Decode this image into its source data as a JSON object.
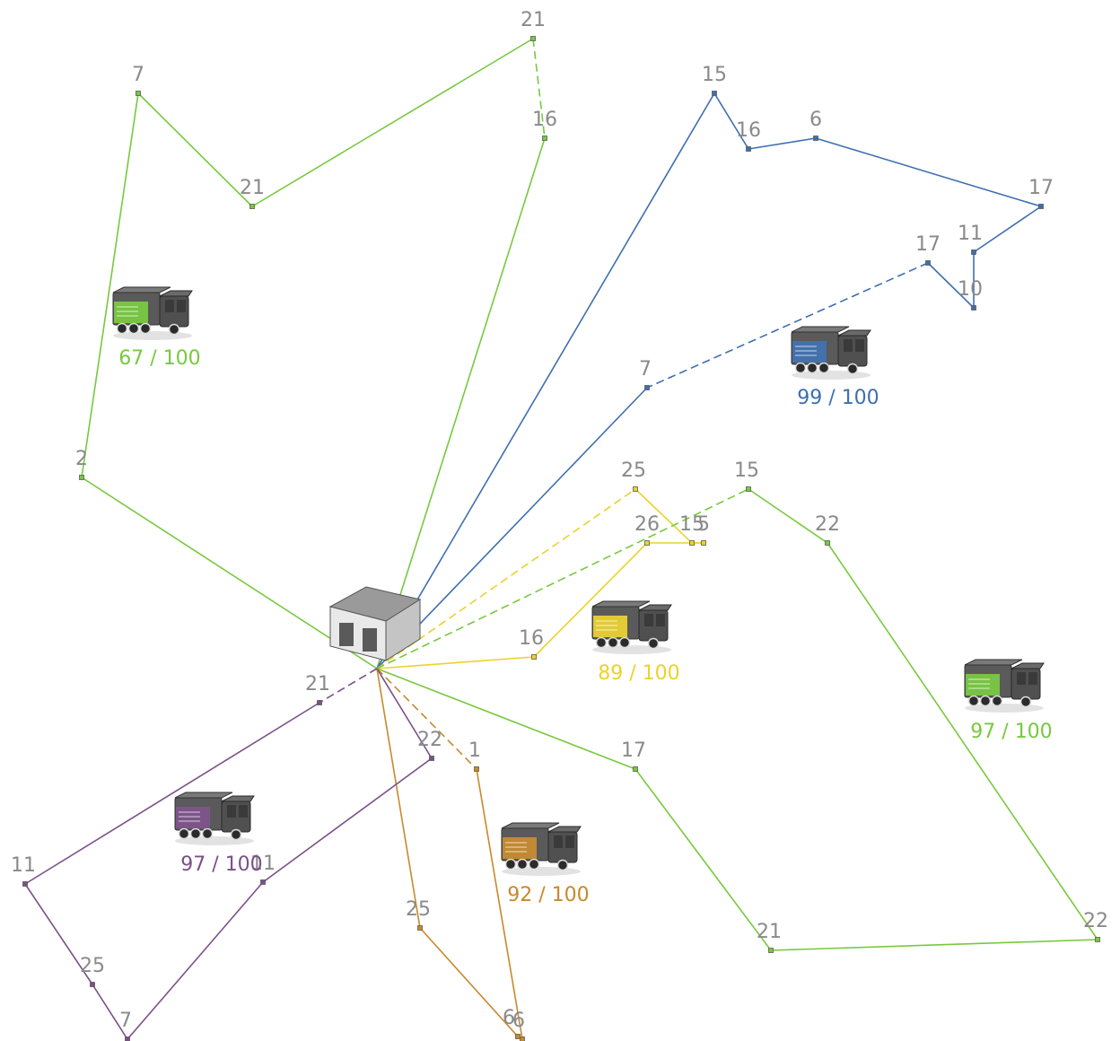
{
  "depot": {
    "icon": "warehouse-icon"
  },
  "routes": [
    {
      "id": "green-west",
      "color": "#77c93d",
      "truck_icon": "truck-icon",
      "load": "67 / 100",
      "stops": [
        {
          "label": "2"
        },
        {
          "label": "7"
        },
        {
          "label": "21"
        },
        {
          "label": "21"
        },
        {
          "label": "16"
        }
      ]
    },
    {
      "id": "blue",
      "color": "#3d6fb0",
      "truck_icon": "truck-icon",
      "load": "99 / 100",
      "stops": [
        {
          "label": "15"
        },
        {
          "label": "16"
        },
        {
          "label": "6"
        },
        {
          "label": "17"
        },
        {
          "label": "11"
        },
        {
          "label": "10"
        },
        {
          "label": "17"
        },
        {
          "label": "7"
        }
      ]
    },
    {
      "id": "yellow",
      "color": "#ecd22b",
      "truck_icon": "truck-icon",
      "load": "89 / 100",
      "stops": [
        {
          "label": "25"
        },
        {
          "label": "15"
        },
        {
          "label": "5"
        },
        {
          "label": "26"
        },
        {
          "label": "16"
        }
      ]
    },
    {
      "id": "green-east",
      "color": "#77c93d",
      "truck_icon": "truck-icon",
      "load": "97 / 100",
      "stops": [
        {
          "label": "15"
        },
        {
          "label": "22"
        },
        {
          "label": "22"
        },
        {
          "label": "21"
        },
        {
          "label": "17"
        }
      ]
    },
    {
      "id": "orange",
      "color": "#c8892a",
      "truck_icon": "truck-icon",
      "load": "92 / 100",
      "stops": [
        {
          "label": "1"
        },
        {
          "label": "6"
        },
        {
          "label": "6"
        },
        {
          "label": "25"
        }
      ]
    },
    {
      "id": "purple",
      "color": "#7b4f8a",
      "truck_icon": "truck-icon",
      "load": "97 / 100",
      "stops": [
        {
          "label": "21"
        },
        {
          "label": "11"
        },
        {
          "label": "25"
        },
        {
          "label": "7"
        },
        {
          "label": "11"
        },
        {
          "label": "22"
        }
      ]
    }
  ]
}
